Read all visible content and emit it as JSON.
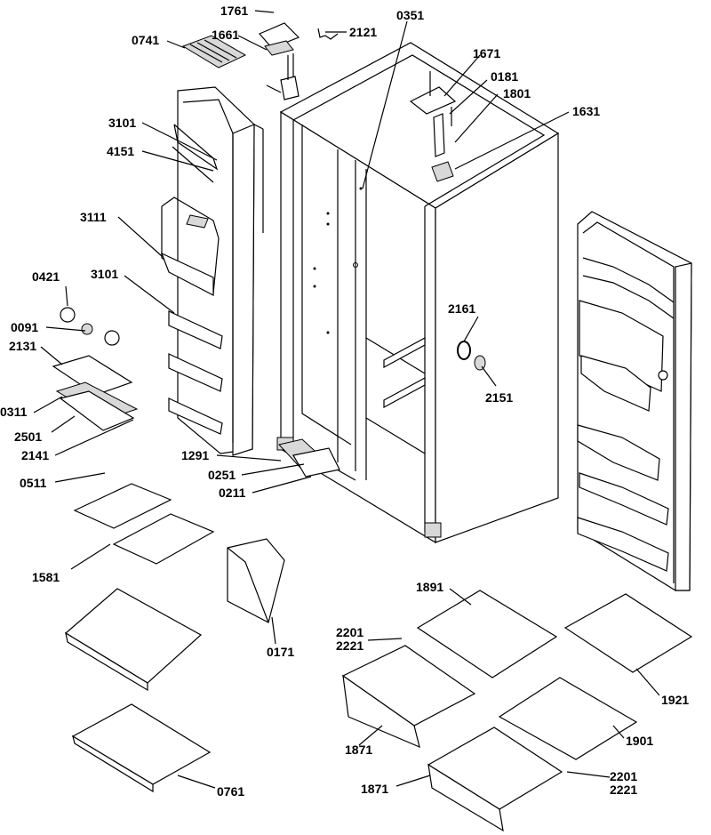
{
  "diagram": {
    "labels": {
      "p1761": "1761",
      "p1661": "1661",
      "p0741": "0741",
      "p2121": "2121",
      "p0351": "0351",
      "p1671": "1671",
      "p0181": "0181",
      "p1801": "1801",
      "p1631": "1631",
      "p3101a": "3101",
      "p4151": "4151",
      "p3111": "3111",
      "p3101b": "3101",
      "p0421": "0421",
      "p0091": "0091",
      "p2131": "2131",
      "p0311": "0311",
      "p2501": "2501",
      "p2141": "2141",
      "p0511": "0511",
      "p1291": "1291",
      "p0251": "0251",
      "p0211": "0211",
      "p2161": "2161",
      "p2151": "2151",
      "p1581": "1581",
      "p0171": "0171",
      "p0761": "0761",
      "p1891": "1891",
      "p2201a": "2201",
      "p2221a": "2221",
      "p1921": "1921",
      "p1871a": "1871",
      "p1901": "1901",
      "p1871b": "1871",
      "p2201b": "2201",
      "p2221b": "2221"
    }
  }
}
